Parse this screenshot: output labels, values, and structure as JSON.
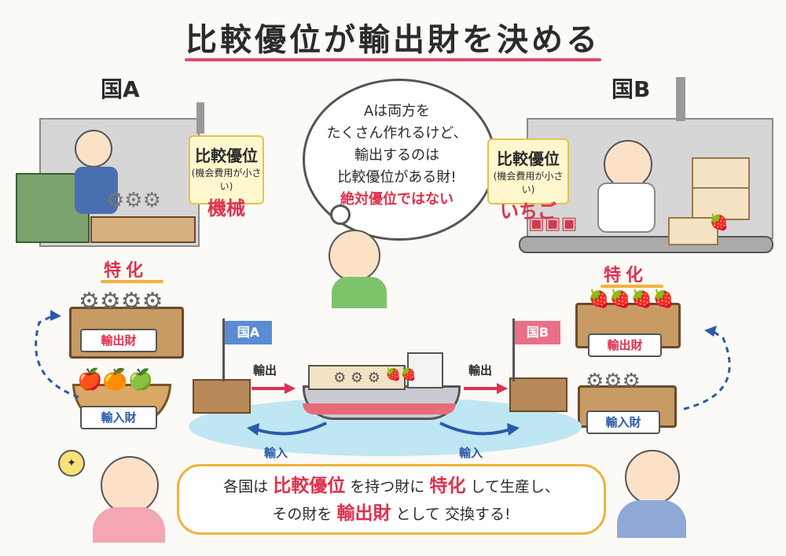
{
  "title": "比較優位が輸出財を決める",
  "country_a": {
    "label": "国A",
    "sign_main": "比較優位",
    "sign_sub": "(機会費用が小さい)",
    "sign_good": "機械"
  },
  "country_b": {
    "label": "国B",
    "sign_main": "比較優位",
    "sign_sub": "(機会費用が小さい)",
    "sign_good": "いちご"
  },
  "thought": {
    "lines": [
      "Aは両方を",
      "たくさん作れるけど、",
      "輸出するのは",
      "比較優位がある財!"
    ],
    "highlight": "絶対優位ではない"
  },
  "specialize_label": "特化",
  "left_export_tag": "輸出財",
  "left_import_tag": "輸入財",
  "right_export_tag": "輸出財",
  "right_import_tag": "輸入財",
  "ship_flags": {
    "a": "国A",
    "b": "国B"
  },
  "arrows": {
    "export_left": "輸出",
    "export_right": "輸出",
    "import_left": "輸入",
    "import_right": "輸入"
  },
  "summary": {
    "line1_a": "各国は",
    "line1_b": "比較優位",
    "line1_c": "を持つ財に",
    "line1_d": "特化",
    "line1_e": "して生産し、",
    "line2_a": "その財を",
    "line2_b": "輸出財",
    "line2_c": "として 交換する!"
  },
  "colors": {
    "accent_red": "#e0304d",
    "accent_blue": "#2a5aa8",
    "accent_yellow": "#f2b23b"
  },
  "icons": [
    "gear-icon",
    "strawberry-icon",
    "apple-icon",
    "lightbulb-icon"
  ]
}
